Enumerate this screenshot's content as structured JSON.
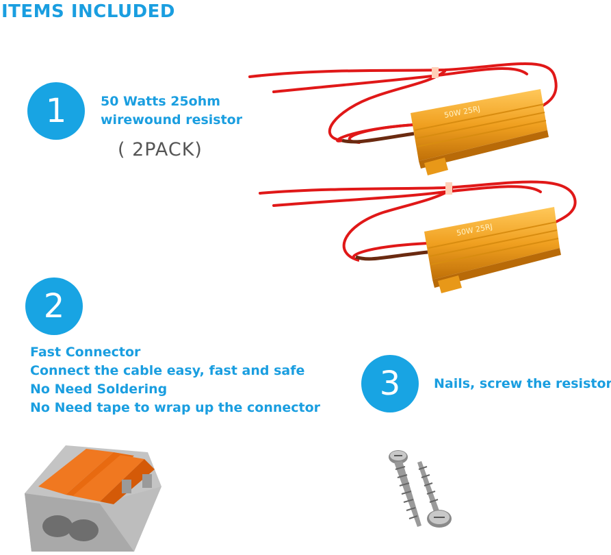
{
  "heading": "ITEMS INCLUDED",
  "item1": {
    "number": "1",
    "line1": "50 Watts 25ohm",
    "line2": "wirewound resistor",
    "pack": "( 2PACK)",
    "resistor_marking": "50W 25RJ"
  },
  "item2": {
    "number": "2",
    "lines": [
      "Fast Connector",
      "Connect the cable easy, fast and safe",
      "No Need Soldering",
      "No Need tape to wrap up the connector"
    ]
  },
  "item3": {
    "number": "3",
    "text": "Nails, screw the resistor"
  },
  "colors": {
    "accent_blue": "#18a4e3",
    "resistor_gold": "#f0a020",
    "wire_red": "#e01818",
    "connector_orange": "#f07820",
    "connector_gray": "#b8b8b8"
  },
  "icons": [
    "resistor-image",
    "wire-connector-image",
    "screw-image"
  ]
}
